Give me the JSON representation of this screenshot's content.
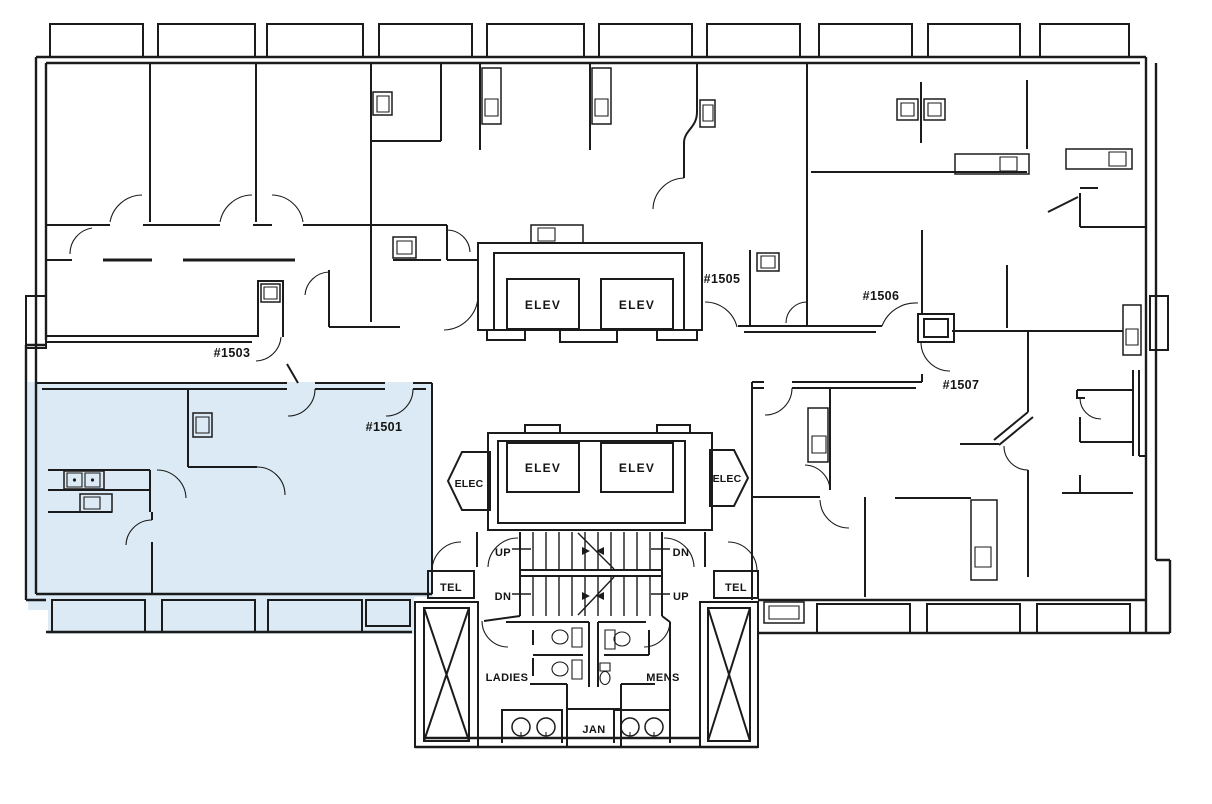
{
  "units": [
    {
      "id": "#1501",
      "highlighted": true
    },
    {
      "id": "#1503",
      "highlighted": false
    },
    {
      "id": "#1505",
      "highlighted": false
    },
    {
      "id": "#1506",
      "highlighted": false
    },
    {
      "id": "#1507",
      "highlighted": false
    }
  ],
  "core": {
    "elevator_label": "ELEV",
    "electrical_label": "ELEC",
    "telephone_label": "TEL",
    "stairs": {
      "up_label": "UP",
      "down_label": "DN"
    },
    "restrooms": {
      "ladies_label": "LADIES",
      "mens_label": "MENS",
      "janitor_label": "JAN"
    }
  },
  "colors": {
    "highlight_fill": "#d7e8f3",
    "wall_line": "#1b1b1b",
    "background": "#ffffff"
  }
}
